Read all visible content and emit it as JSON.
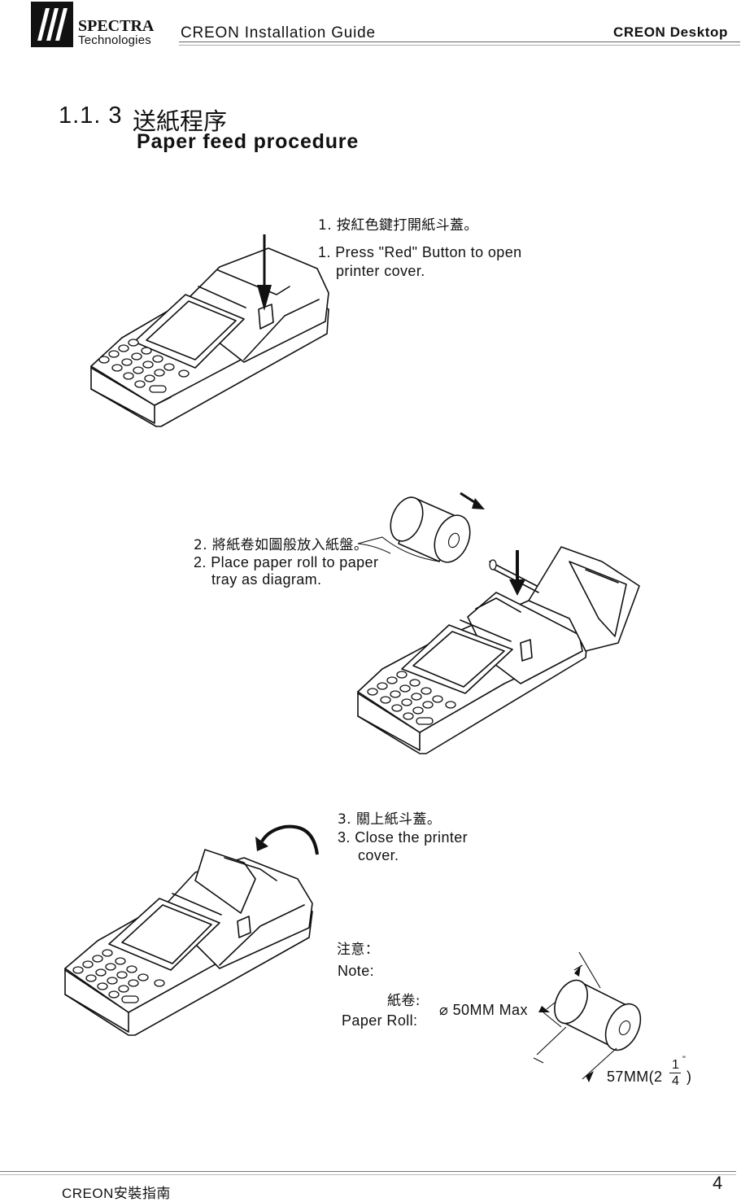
{
  "header": {
    "logo_word": "SPECTRA",
    "logo_sub": "Technologies",
    "title": "CREON Installation Guide",
    "right": "CREON Desktop"
  },
  "section": {
    "number": "1.1. 3",
    "title_cn": "送紙程序",
    "title_en": "Paper feed procedure"
  },
  "steps": [
    {
      "cn": "1. 按紅色鍵打開紙斗蓋。",
      "en_line1": "1. Press \"Red\" Button to open",
      "en_line2": "printer cover."
    },
    {
      "cn": "2. 將紙卷如圖般放入紙盤。",
      "en_line1": "2. Place paper roll to paper",
      "en_line2": "tray as diagram."
    },
    {
      "cn": "3. 關上紙斗蓋。",
      "en_line1": "3. Close the printer",
      "en_line2": "cover."
    }
  ],
  "note": {
    "label_cn": "注意：",
    "label_en": "Note:",
    "roll_cn": "紙卷:",
    "roll_en": "Paper Roll:",
    "diameter": "⌀ 50MM Max",
    "width_prefix": "57MM(2",
    "width_num": "1",
    "width_den": "4",
    "width_mark": "\"",
    "width_suffix": ")"
  },
  "footer": {
    "left": "CREON安裝指南",
    "page": "4"
  }
}
